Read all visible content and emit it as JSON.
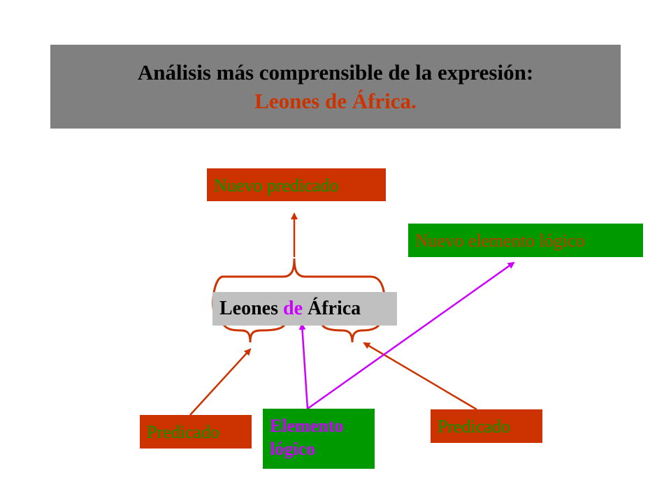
{
  "title": {
    "line1": "Análisis más comprensible de la expresión:",
    "line2": "Leones de África."
  },
  "boxes": {
    "nuevo_predicado": "Nuevo predicado",
    "nuevo_elemento_logico": "Nuevo elemento lógico",
    "predicado_left": "Predicado",
    "predicado_right": "Predicado",
    "elemento_logico_line1": "Elemento",
    "elemento_logico_line2": "lógico"
  },
  "expression": {
    "word1": "Leones",
    "word2": "de",
    "word3": "África"
  },
  "colors": {
    "title_bg": "#808080",
    "accent_red": "#cc3300",
    "accent_green": "#009900",
    "accent_purple": "#cc00ff",
    "expression_bg": "#c0c0c0"
  }
}
